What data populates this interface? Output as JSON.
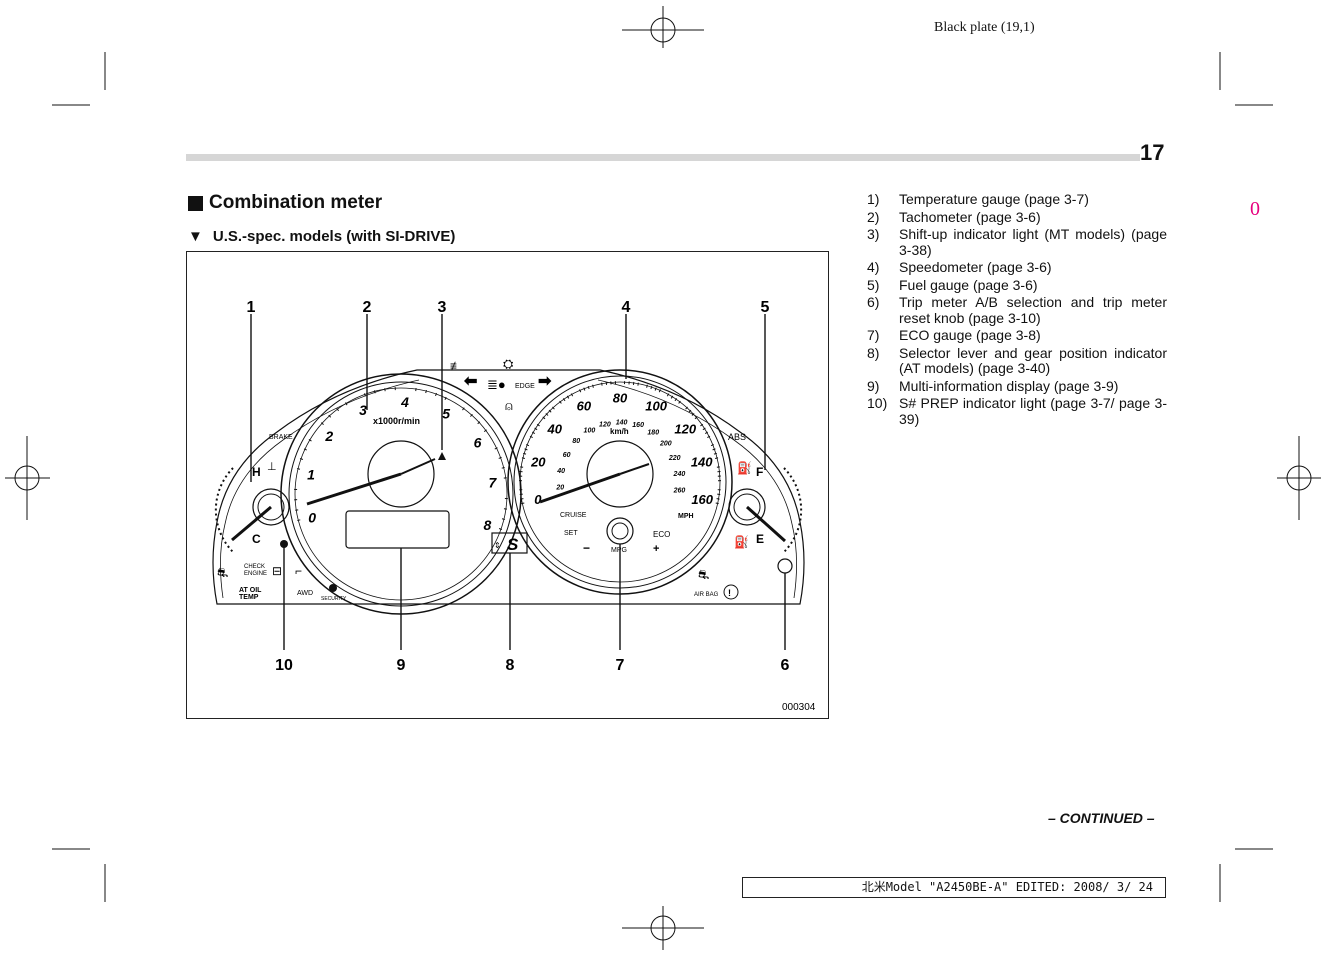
{
  "header": {
    "plate": "Black plate (19,1)",
    "page_number": "17",
    "margin_mark": "0"
  },
  "section": {
    "title": "Combination meter",
    "subtitle_marker": "▼",
    "subtitle": "U.S.-spec. models (with SI-DRIVE)"
  },
  "figure": {
    "code": "000304",
    "callouts_top": [
      "1",
      "2",
      "3",
      "4",
      "5"
    ],
    "callouts_bottom": [
      "10",
      "9",
      "8",
      "7",
      "6"
    ],
    "tach_numbers": [
      "0",
      "1",
      "2",
      "3",
      "4",
      "5",
      "6",
      "7",
      "8"
    ],
    "tach_unit": "x1000r/min",
    "speed_mph": [
      "0",
      "20",
      "40",
      "60",
      "80",
      "100",
      "120",
      "140",
      "160"
    ],
    "speed_kmh": [
      "20",
      "40",
      "60",
      "80",
      "100",
      "120",
      "140",
      "160",
      "180",
      "200",
      "220",
      "240",
      "260"
    ],
    "speed_unit_kmh": "km/h",
    "speed_unit_mph": "MPH",
    "temp_h": "H",
    "temp_c": "C",
    "fuel_f": "F",
    "fuel_e": "E",
    "labels": {
      "brake": "BRAKE",
      "abs": "ABS",
      "check_engine_1": "CHECK",
      "check_engine_2": "ENGINE",
      "at_oil_1": "AT OIL",
      "at_oil_2": "TEMP",
      "awd": "AWD",
      "security": "SECURITY",
      "air_bag": "AIR BAG",
      "cruise": "CRUISE",
      "set": "SET",
      "eco": "ECO",
      "mpg": "MPG",
      "minus": "−",
      "plus": "+",
      "edge": "EDGE",
      "si_drive": "S"
    }
  },
  "legend": [
    {
      "num": "1)",
      "text": "Temperature gauge (page 3-7)"
    },
    {
      "num": "2)",
      "text": "Tachometer (page 3-6)"
    },
    {
      "num": "3)",
      "text": "Shift-up indicator light (MT models) (page 3-38)"
    },
    {
      "num": "4)",
      "text": "Speedometer (page 3-6)"
    },
    {
      "num": "5)",
      "text": "Fuel gauge (page 3-6)"
    },
    {
      "num": "6)",
      "text": "Trip meter A/B selection and trip meter reset knob (page 3-10)"
    },
    {
      "num": "7)",
      "text": "ECO gauge (page 3-8)"
    },
    {
      "num": "8)",
      "text": "Selector lever and gear position indicator (AT models) (page 3-40)"
    },
    {
      "num": "9)",
      "text": "Multi-information display (page 3-9)"
    },
    {
      "num": "10)",
      "text": "S# PREP indicator light (page 3-7/ page 3-39)"
    }
  ],
  "continued": "– CONTINUED –",
  "footer": "北米Model \"A2450BE-A\" EDITED: 2008/ 3/ 24"
}
